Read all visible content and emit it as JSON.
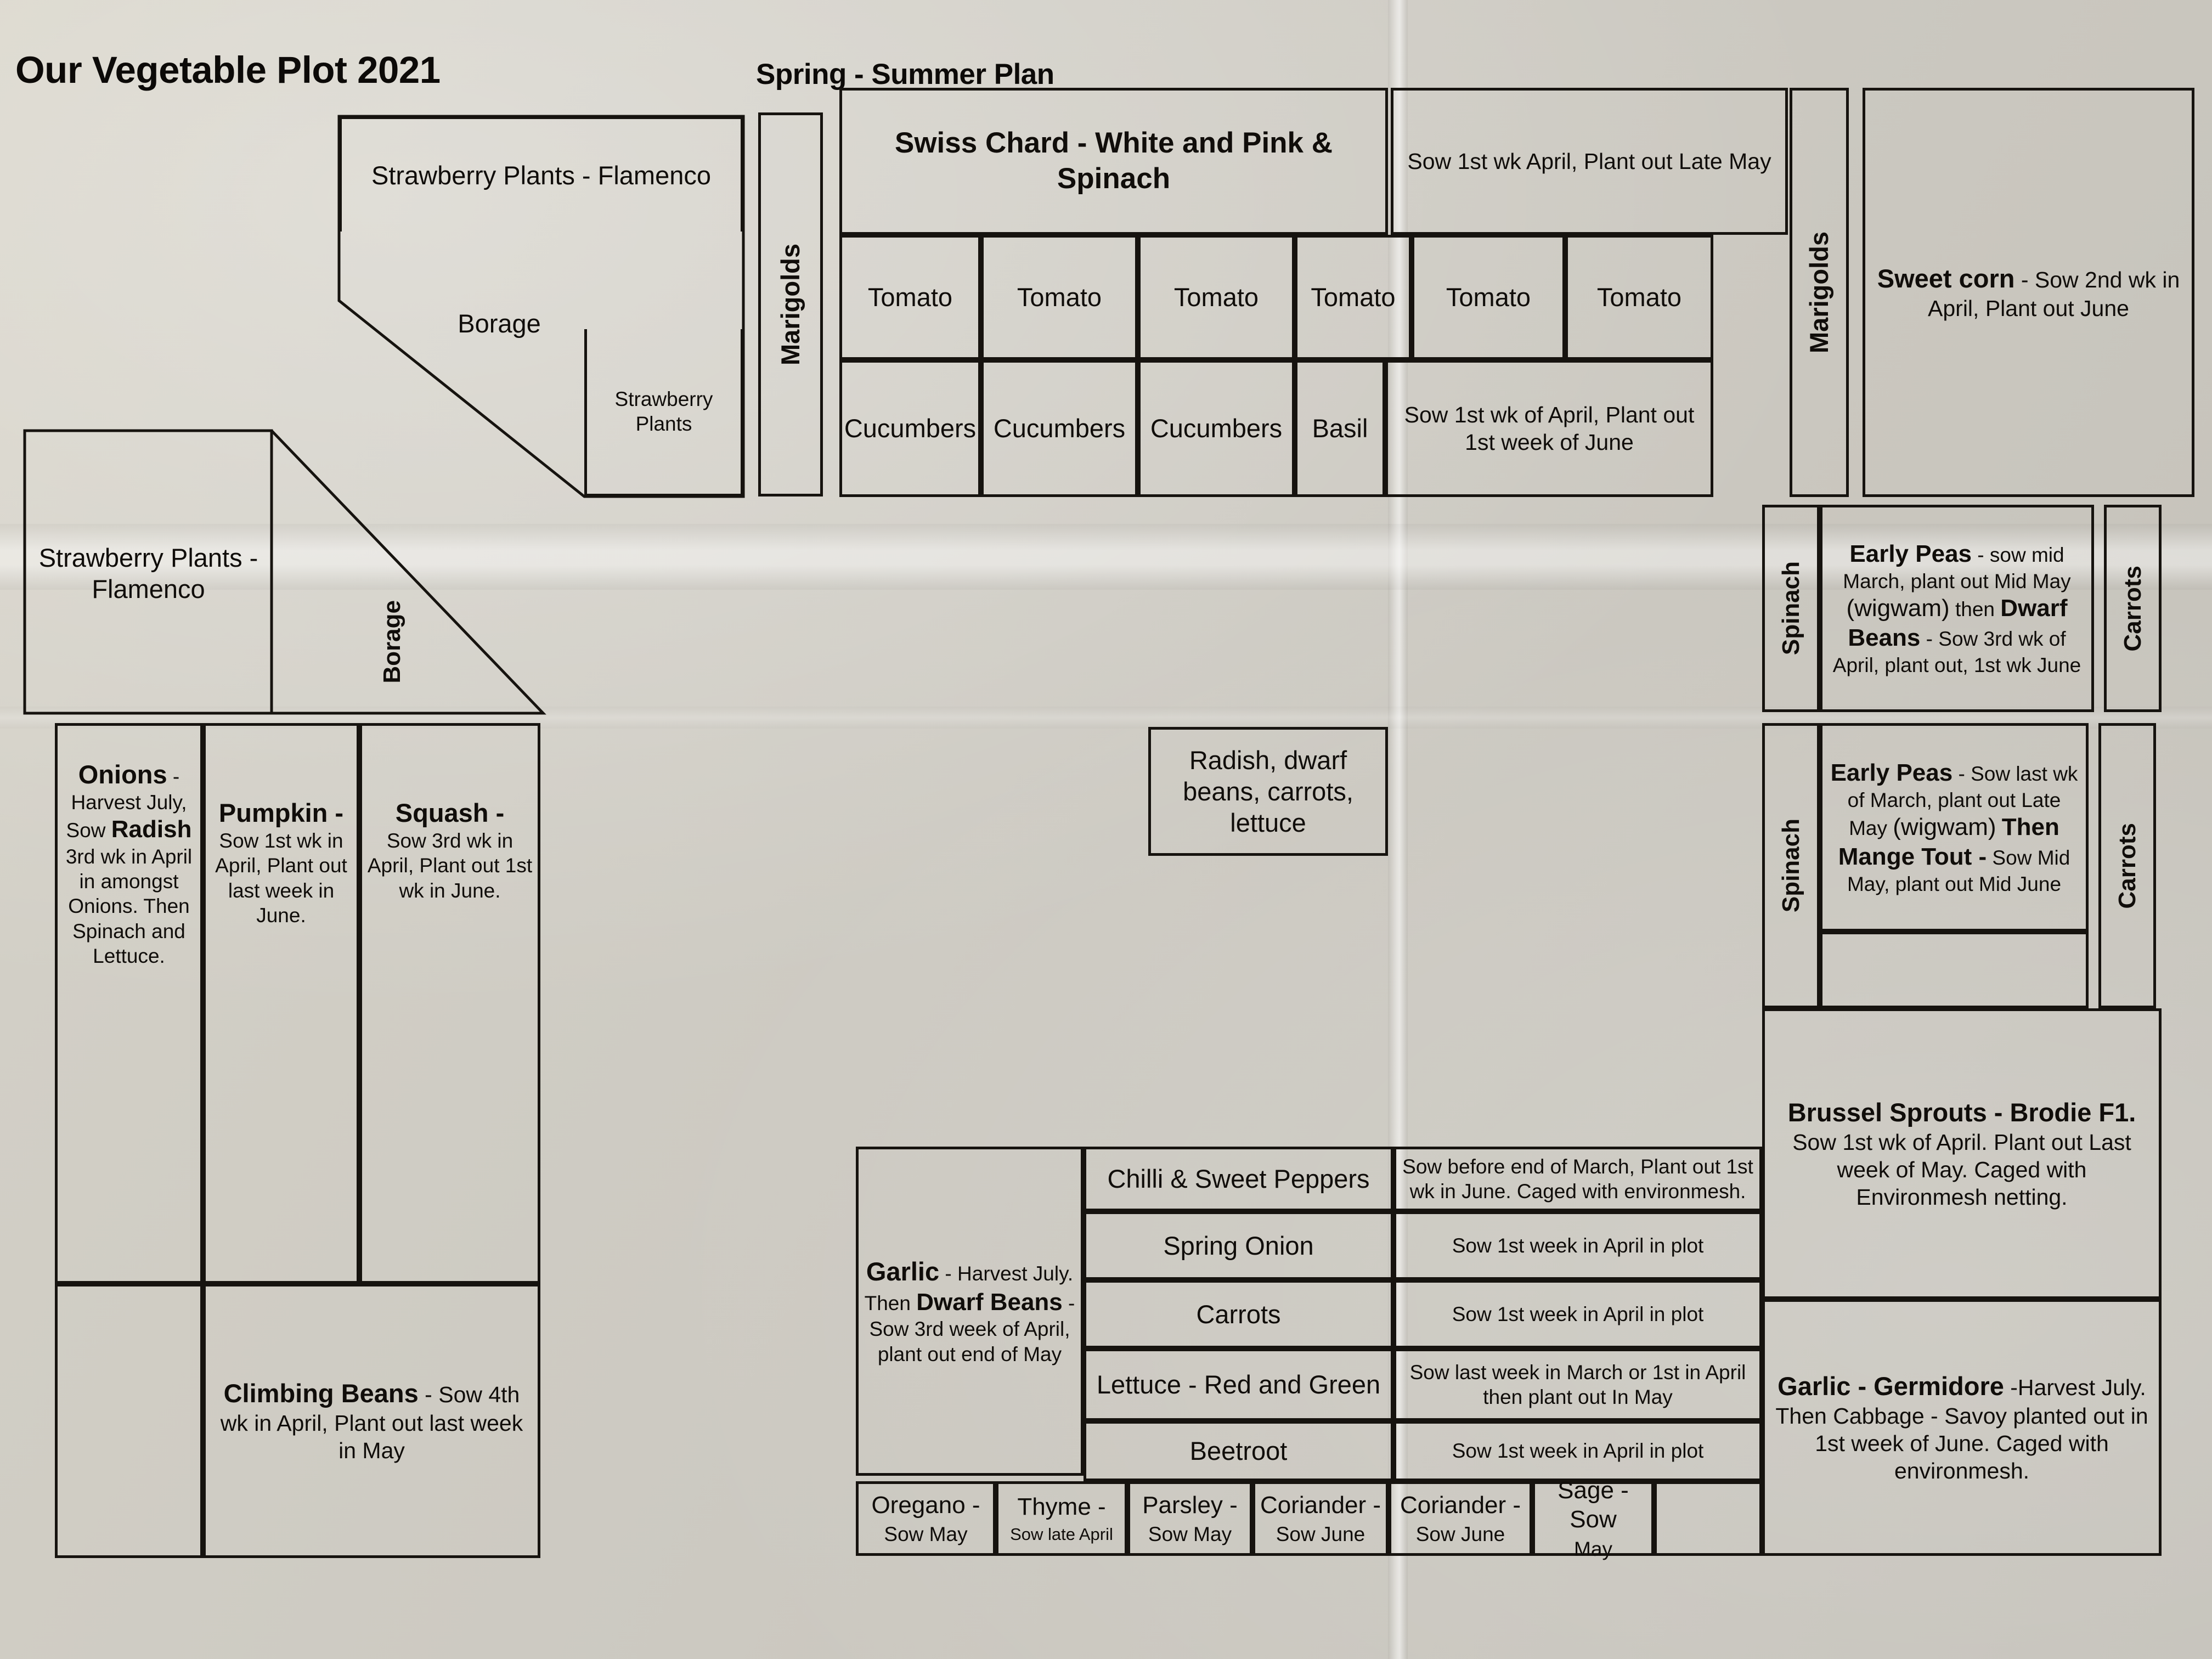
{
  "document": {
    "title": "Our Vegetable Plot 2021",
    "subtitle": "Spring - Summer Plan"
  },
  "plots": {
    "strawberry_top": "Strawberry Plants - Flamenco",
    "borage_top": "Borage",
    "strawberry_small": "Strawberry Plants",
    "marigolds_left": "Marigolds",
    "marigolds_right": "Marigolds",
    "swiss_chard": "Swiss Chard - White and Pink & Spinach",
    "swiss_chard_note": "Sow 1st wk April, Plant out Late May",
    "tomato": "Tomato",
    "cucumbers": "Cucumbers",
    "basil": "Basil",
    "tomato_note": "Sow 1st wk of April, Plant out 1st week of June",
    "sweet_corn_bold": "Sweet corn",
    "sweet_corn_rest": " - Sow 2nd wk in April, Plant out June",
    "spinach_upper": "Spinach",
    "spinach_lower": "Spinach",
    "carrots_upper": "Carrots",
    "carrots_lower": "Carrots",
    "early_peas_1_bold": "Early Peas",
    "early_peas_1_a": " - sow mid March, plant out Mid May ",
    "early_peas_1_wigwam": "(wigwam)",
    "early_peas_1_b": " then ",
    "early_peas_1_beans_bold": "Dwarf Beans",
    "early_peas_1_c": " - Sow 3rd wk of April, plant out, 1st wk June",
    "early_peas_2_bold": "Early Peas",
    "early_peas_2_a": "  - Sow last wk of March, plant out Late May ",
    "early_peas_2_wigwam": "(wigwam)",
    "early_peas_2_then_bold": "Then Mange Tout -",
    "early_peas_2_b": " Sow Mid May, plant out Mid June",
    "brussel_bold": "Brussel Sprouts - Brodie F1.",
    "brussel_rest": "Sow 1st wk of April. Plant out Last week of May. Caged with Environmesh netting.",
    "garlic_germidore_bold": "Garlic - Germidore",
    "garlic_germidore_rest": " -Harvest July. Then Cabbage - Savoy planted out in 1st week of June. Caged with environmesh.",
    "strawberry_left": "Strawberry Plants - Flamenco",
    "borage_left": "Borage",
    "onions_bold": "Onions",
    "onions_a": " - Harvest July, Sow ",
    "onions_radish_bold": "Radish",
    "onions_b": " 3rd wk in April in amongst Onions. Then Spinach and Lettuce.",
    "pumpkin_bold": "Pumpkin -",
    "pumpkin_rest": "Sow 1st wk in April, Plant out last week in June.",
    "squash_bold": "Squash -",
    "squash_rest": "Sow 3rd wk in April, Plant out 1st wk in June.",
    "climbing_beans_bold": "Climbing Beans",
    "climbing_beans_rest": " - Sow 4th wk in April, Plant out last week in May",
    "radish_box": "Radish, dwarf beans, carrots, lettuce",
    "garlic_bold": "Garlic",
    "garlic_a": " - Harvest July. Then ",
    "garlic_dwarf_bold": "Dwarf Beans",
    "garlic_b": " - Sow 3rd week of April, plant out end of May"
  },
  "crop_rows": [
    {
      "name": "Chilli & Sweet Peppers",
      "note": "Sow before end of March, Plant out 1st wk in June. Caged with environmesh."
    },
    {
      "name": "Spring Onion",
      "note": "Sow 1st week in April in plot"
    },
    {
      "name": "Carrots",
      "note": "Sow 1st week in April in plot"
    },
    {
      "name": "Lettuce - Red and Green",
      "note": "Sow last week in March or 1st in April then plant out In May"
    },
    {
      "name": "Beetroot",
      "note": "Sow 1st week in April in plot"
    }
  ],
  "herbs": [
    {
      "name": "Oregano -",
      "note": "Sow May"
    },
    {
      "name": "Thyme -",
      "note": "Sow late April"
    },
    {
      "name": "Parsley -",
      "note": "Sow May"
    },
    {
      "name": "Coriander -",
      "note": "Sow June"
    },
    {
      "name": "Coriander -",
      "note": "Sow June"
    },
    {
      "name": "Sage - Sow",
      "note": "May"
    }
  ]
}
